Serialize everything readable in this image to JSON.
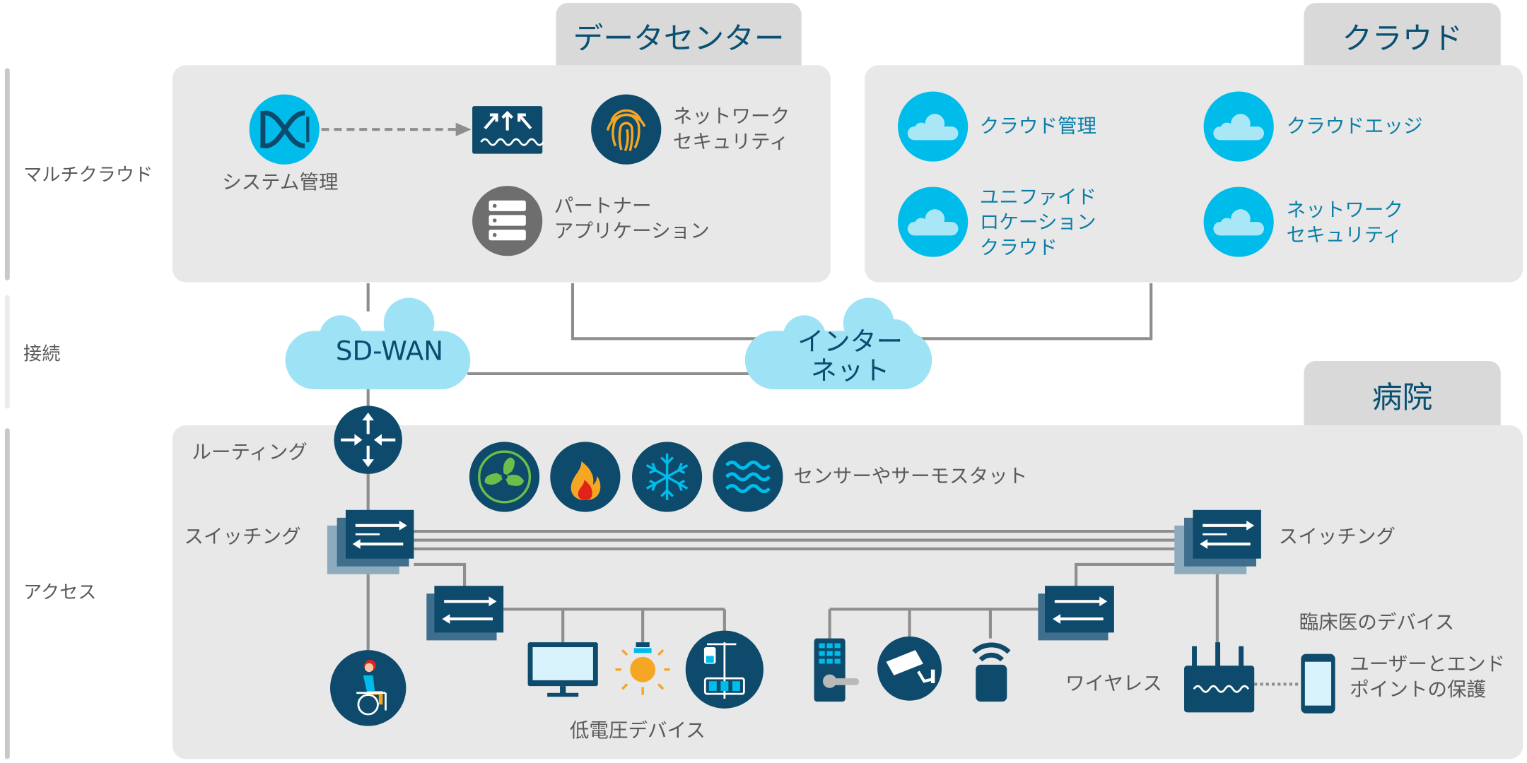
{
  "side_labels": {
    "multicloud": "マルチクラウド",
    "connect": "接続",
    "access": "アクセス"
  },
  "datacenter": {
    "tab": "データセンター",
    "system_mgmt": "システム管理",
    "net_sec_line1": "ネットワーク",
    "net_sec_line2": "セキュリティ",
    "partner_line1": "パートナー",
    "partner_line2": "アプリケーション"
  },
  "cloud": {
    "tab": "クラウド",
    "cloud_mgmt": "クラウド管理",
    "cloud_edge": "クラウドエッジ",
    "unified_line1": "ユニファイド",
    "unified_line2": "ロケーション",
    "unified_line3": "クラウド",
    "net_sec_line1": "ネットワーク",
    "net_sec_line2": "セキュリティ"
  },
  "connect": {
    "sdwan": "SD-WAN",
    "internet_line1": "インター",
    "internet_line2": "ネット"
  },
  "hospital": {
    "tab": "病院",
    "routing": "ルーティング",
    "switching_left": "スイッチング",
    "switching_right": "スイッチング",
    "sensors": "センサーやサーモスタット",
    "low_voltage": "低電圧デバイス",
    "wireless": "ワイヤレス",
    "clinician_devices": "臨床医のデバイス",
    "user_endpoint_line1": "ユーザーとエンド",
    "user_endpoint_line2": "ポイントの保護"
  },
  "colors": {
    "navy": "#0d4a6b",
    "cyan": "#00bceb",
    "light_cloud": "#9de3f5",
    "panel": "#e8e8e8",
    "tab": "#d9d9d9",
    "line": "#8e8e8e"
  },
  "icons": [
    "system-management-icon",
    "firewall-icon",
    "fingerprint-icon",
    "server-icon",
    "cloud-icon",
    "router-icon",
    "switch-icon",
    "fan-icon",
    "flame-icon",
    "snowflake-icon",
    "water-waves-icon",
    "patient-wheelchair-icon",
    "monitor-icon",
    "light-bulb-icon",
    "iv-pump-icon",
    "door-lock-keypad-icon",
    "security-camera-icon",
    "wireless-sensor-icon",
    "wireless-access-point-icon",
    "smartphone-icon"
  ]
}
